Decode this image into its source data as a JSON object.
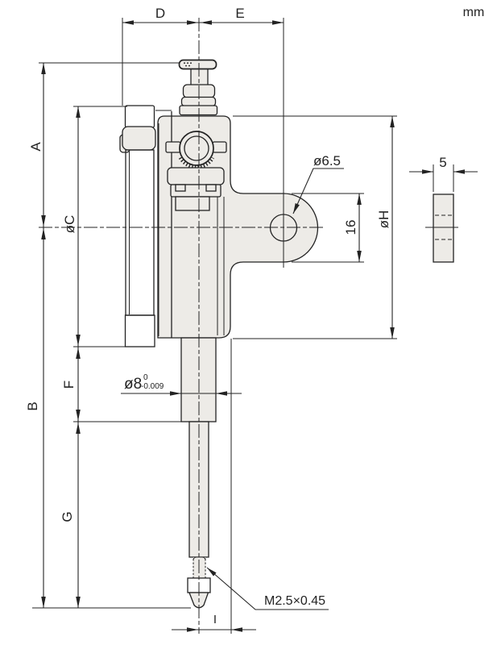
{
  "unit": "mm",
  "dimensions": {
    "top_width_left": "D",
    "top_width_right": "E",
    "height_upper": "A",
    "height_lower": "B",
    "bezel_diameter": "øC",
    "stem_section": "F",
    "spindle_section": "G",
    "body_diameter": "øH",
    "lug_height": "16",
    "lug_thickness": "5",
    "tip_offset": "I",
    "lug_hole_diameter": "ø6.5",
    "stem_diameter": "ø8",
    "stem_tolerance_upper": "0",
    "stem_tolerance_lower": "-0.009",
    "contact_thread": "M2.5×0.45"
  },
  "colors": {
    "line": "#232323",
    "fill_light": "#edebe7",
    "fill_dark": "#161616",
    "text": "#232323",
    "background": "#ffffff"
  }
}
